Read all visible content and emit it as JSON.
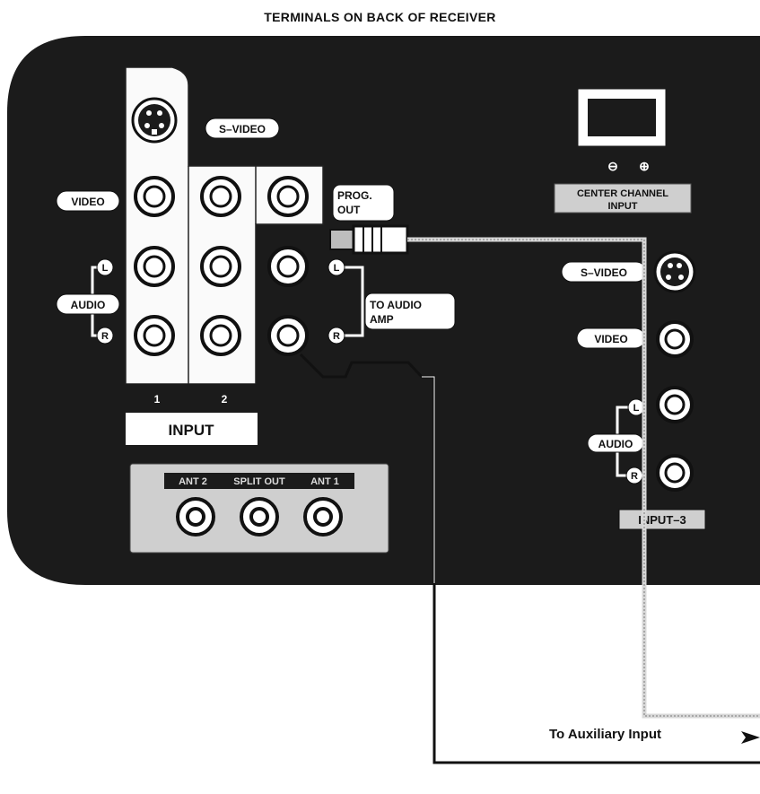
{
  "title": "TERMINALS ON BACK OF RECEIVER",
  "labels": {
    "s_video": "S–VIDEO",
    "video": "VIDEO",
    "audio": "AUDIO",
    "l": "L",
    "r": "R",
    "prog_out_line1": "PROG.",
    "prog_out_line2": "OUT",
    "to_audio_amp_line1": "TO AUDIO",
    "to_audio_amp_line2": "AMP",
    "input_num_1": "1",
    "input_num_2": "2",
    "input": "INPUT",
    "ant2": "ANT 2",
    "split_out": "SPLIT OUT",
    "ant1": "ANT 1",
    "center_channel_line1": "CENTER CHANNEL",
    "center_channel_line2": "INPUT",
    "minus": "⊖",
    "plus": "⊕",
    "s_video_right": "S–VIDEO",
    "video_right": "VIDEO",
    "audio_right": "AUDIO",
    "l_right": "L",
    "r_right": "R",
    "input3": "INPUT–3"
  },
  "caption": "To Auxiliary Input"
}
